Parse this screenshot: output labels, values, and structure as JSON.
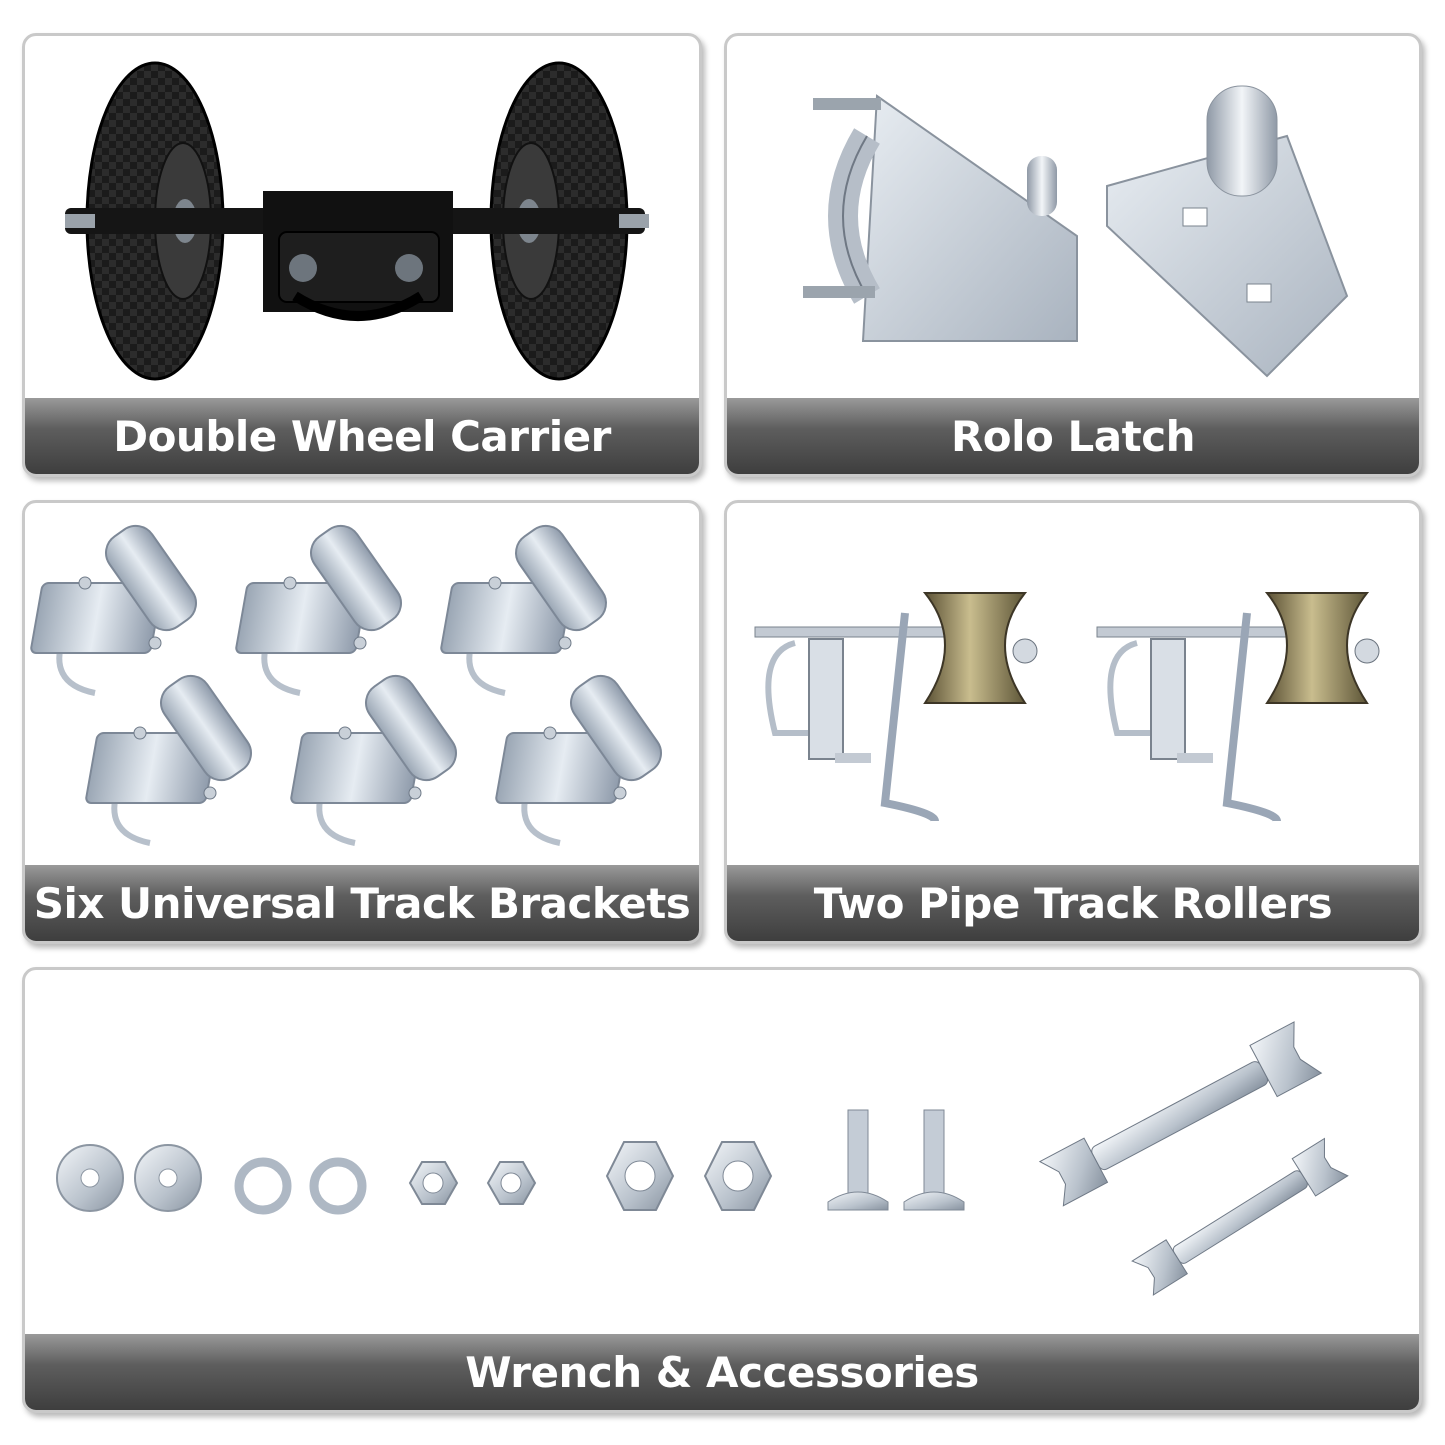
{
  "panels": [
    {
      "caption": "Double Wheel Carrier",
      "product": "double-wheel-carrier"
    },
    {
      "caption": "Rolo Latch",
      "product": "rolo-latch"
    },
    {
      "caption": "Six Universal Track Brackets",
      "product": "track-brackets",
      "count": 6
    },
    {
      "caption": "Two Pipe Track Rollers",
      "product": "pipe-track-rollers",
      "count": 2
    },
    {
      "caption": "Wrench & Accessories",
      "product": "wrench-accessories"
    }
  ],
  "colors": {
    "caption_gradient_top": "#9a9a9a",
    "caption_gradient_bottom": "#3e3e3e",
    "caption_text": "#ffffff",
    "card_border": "#c9c9c9",
    "tire": "#151515",
    "steel": "#c4ccd6",
    "brass": "#8a7a4e"
  }
}
